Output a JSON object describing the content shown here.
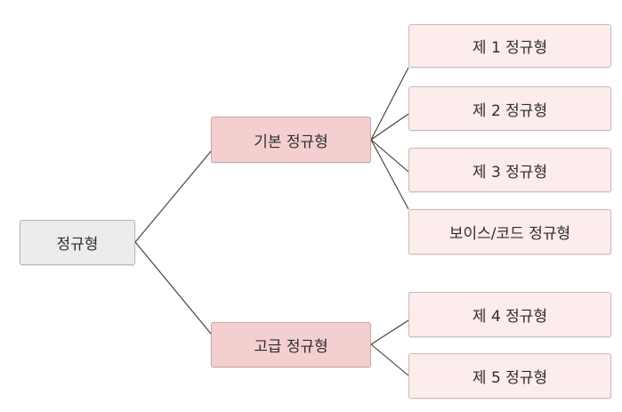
{
  "diagram": {
    "root": {
      "label": "정규형"
    },
    "basic": {
      "label": "기본 정규형",
      "children": [
        "제 1 정규형",
        "제 2 정규형",
        "제 3 정규형",
        "보이스/코드 정규형"
      ]
    },
    "advanced": {
      "label": "고급 정규형",
      "children": [
        "제 4 정규형",
        "제 5 정규형"
      ]
    }
  },
  "colors": {
    "root_fill": "#ececec",
    "group_fill": "#f4cfd0",
    "leaf_fill": "#fcecec",
    "edge": "#3a3a3a"
  }
}
